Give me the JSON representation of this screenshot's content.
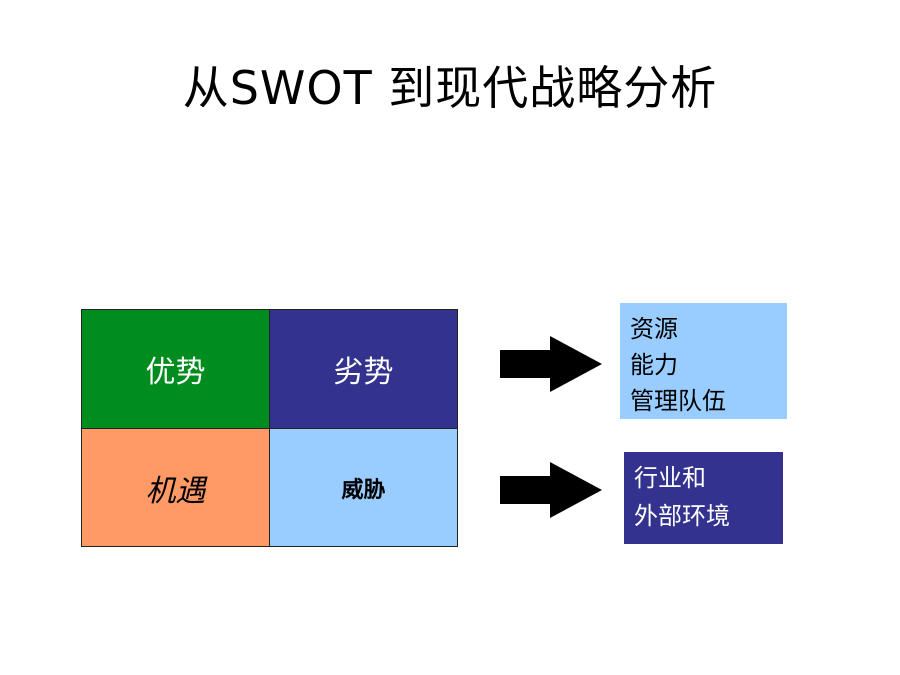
{
  "title": "从SWOT 到现代战略分析",
  "swot": {
    "strengths": "优势",
    "weaknesses": "劣势",
    "opportunities": "机遇",
    "threats": "威胁"
  },
  "internal_box": {
    "lines": [
      "资源",
      "能力",
      "管理队伍"
    ]
  },
  "external_box": {
    "lines": [
      "行业和",
      "外部环境"
    ]
  },
  "colors": {
    "strengths": "#008c1e",
    "weaknesses": "#33338f",
    "opportunities": "#ff9966",
    "threats": "#99ccff",
    "internal_box": "#99ccff",
    "external_box": "#33338f",
    "arrow": "#000000"
  }
}
